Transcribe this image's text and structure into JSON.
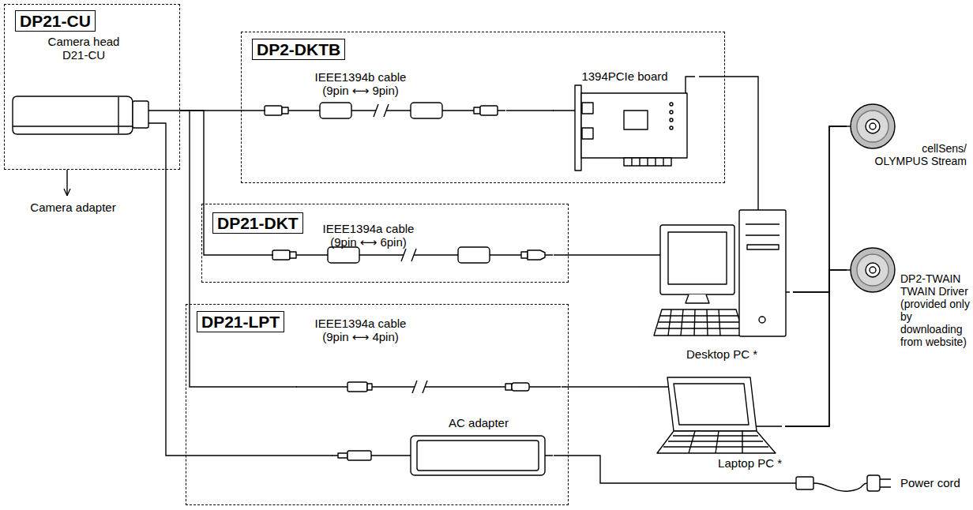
{
  "diagram": {
    "nodes": [
      {
        "text": [
          "DP21-CU",
          "Camera head D21-CU"
        ]
      },
      {
        "text": [
          "DP2-DKTB"
        ]
      },
      {
        "text": [
          "IEEE1394b cable (9pin ⟷ 9pin)"
        ],
        "in": 1
      },
      {
        "text": [
          "1394PCIe board"
        ],
        "in": 1
      },
      {
        "text": [
          "DP21-DKT"
        ]
      },
      {
        "text": [
          "IEEE1394a cable (9pin ⟷ 6pin)"
        ],
        "in": 4
      },
      {
        "text": [
          "DP21-LPT"
        ]
      },
      {
        "text": [
          "IEEE1394a cable (9pin ⟷ 4pin)"
        ],
        "in": 6
      },
      {
        "text": [
          "AC adapter"
        ],
        "in": 6
      },
      {
        "text": [
          "Desktop PC *"
        ]
      },
      {
        "text": [
          "Laptop PC *"
        ]
      },
      {
        "text": [
          "Power cord"
        ]
      },
      {
        "text": [
          "cellSens/ OLYMPUS Stream"
        ]
      },
      {
        "text": [
          "DP2-TWAIN TWAIN Driver (provided only by downloading from website)"
        ]
      },
      {
        "text": [
          "Camera adapter"
        ]
      }
    ],
    "edges": [
      {
        "from": 0,
        "to": 2,
        "arrow": "none"
      },
      {
        "from": 0,
        "to": 5,
        "arrow": "none"
      },
      {
        "from": 0,
        "to": 7,
        "arrow": "none"
      },
      {
        "from": 0,
        "to": 8,
        "arrow": "none"
      },
      {
        "from": 0,
        "to": 14,
        "arrow": "to"
      },
      {
        "from": 2,
        "to": 3,
        "arrow": "none"
      },
      {
        "from": 3,
        "to": 9,
        "arrow": "none"
      },
      {
        "from": 5,
        "to": 9,
        "arrow": "none"
      },
      {
        "from": 7,
        "to": 10,
        "arrow": "none"
      },
      {
        "from": 8,
        "to": 11,
        "arrow": "none"
      },
      {
        "from": 9,
        "to": 12,
        "arrow": "none"
      },
      {
        "from": 9,
        "to": 13,
        "arrow": "none"
      },
      {
        "from": 10,
        "to": 12,
        "arrow": "none"
      },
      {
        "from": 10,
        "to": 13,
        "arrow": "none"
      }
    ]
  }
}
